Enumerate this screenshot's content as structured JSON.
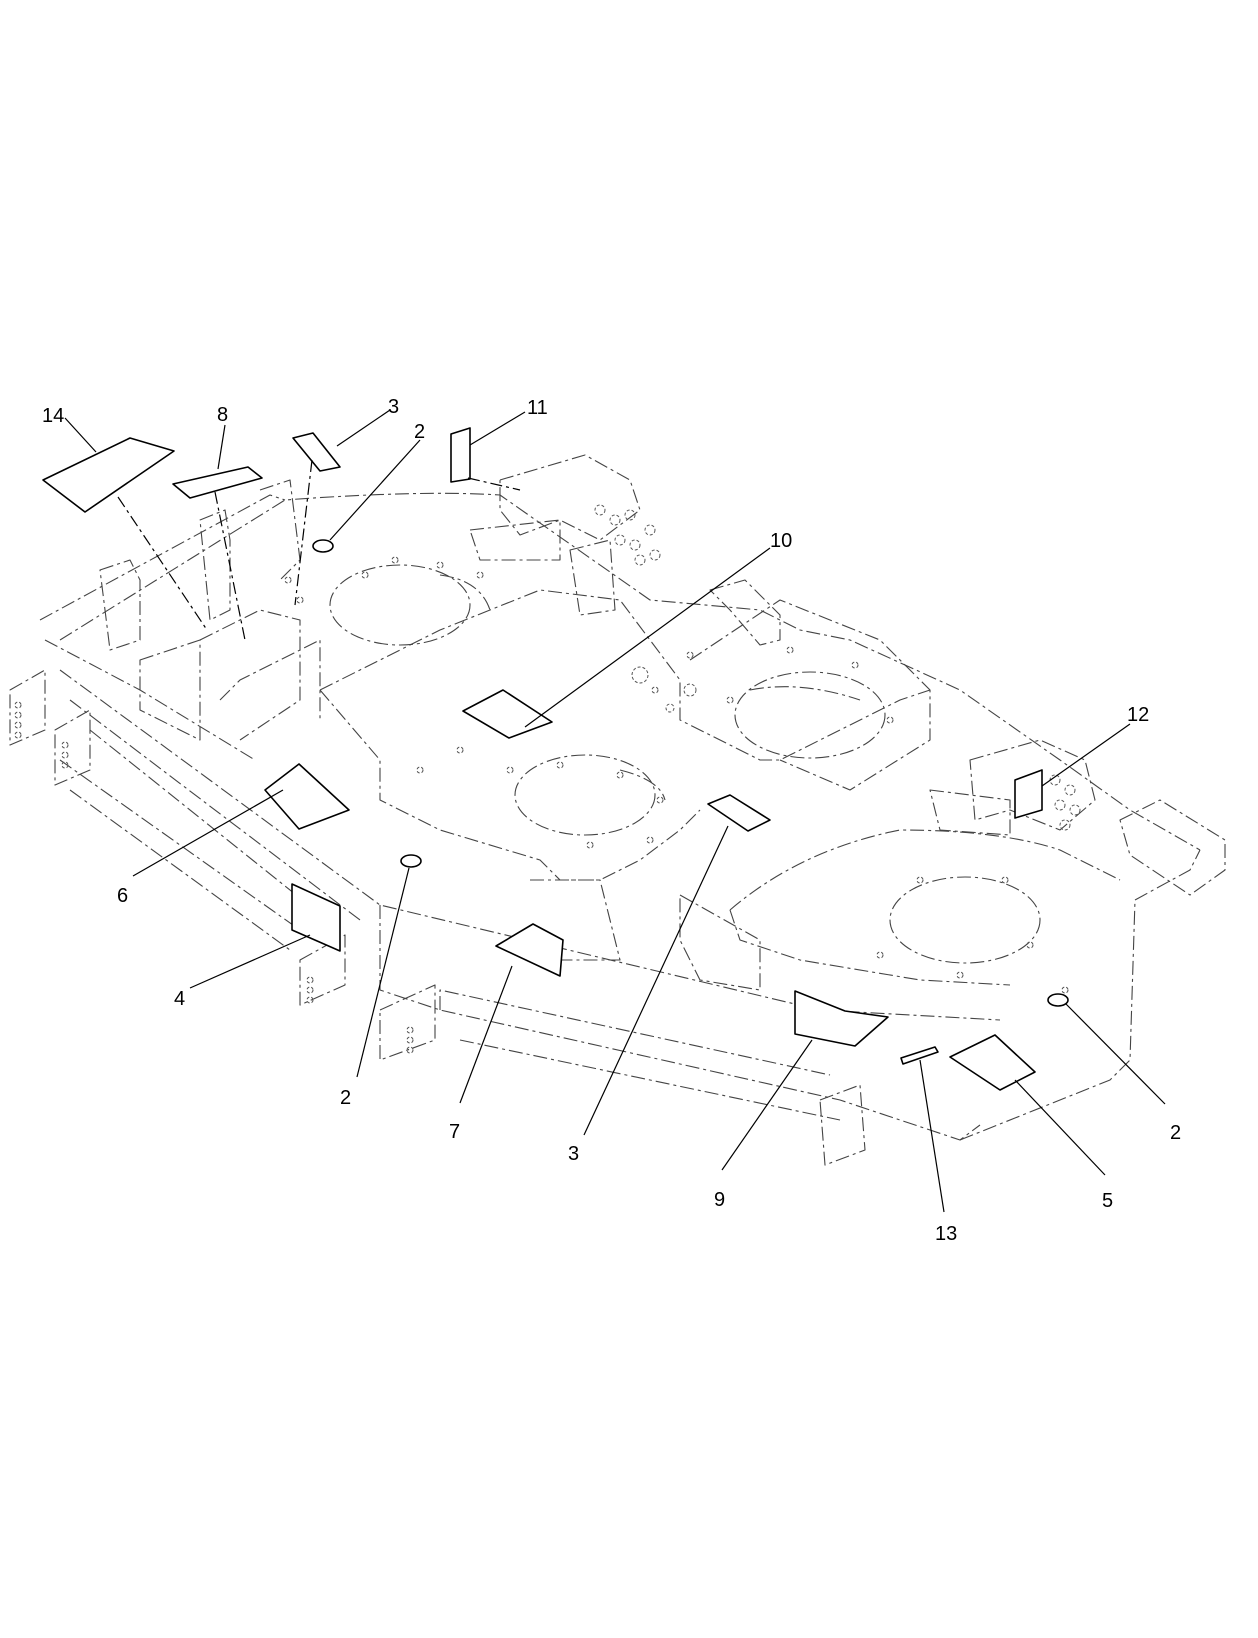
{
  "diagram": {
    "callouts": [
      {
        "id": "c14",
        "label": "14"
      },
      {
        "id": "c8",
        "label": "8"
      },
      {
        "id": "c3a",
        "label": "3"
      },
      {
        "id": "c2a",
        "label": "2"
      },
      {
        "id": "c11",
        "label": "11"
      },
      {
        "id": "c10",
        "label": "10"
      },
      {
        "id": "c12",
        "label": "12"
      },
      {
        "id": "c6",
        "label": "6"
      },
      {
        "id": "c4",
        "label": "4"
      },
      {
        "id": "c2b",
        "label": "2"
      },
      {
        "id": "c7",
        "label": "7"
      },
      {
        "id": "c3b",
        "label": "3"
      },
      {
        "id": "c9",
        "label": "9"
      },
      {
        "id": "c13",
        "label": "13"
      },
      {
        "id": "c5",
        "label": "5"
      },
      {
        "id": "c2c",
        "label": "2"
      }
    ]
  },
  "colors": {
    "line": "#000000",
    "phantom": "#444444",
    "background": "#ffffff"
  }
}
